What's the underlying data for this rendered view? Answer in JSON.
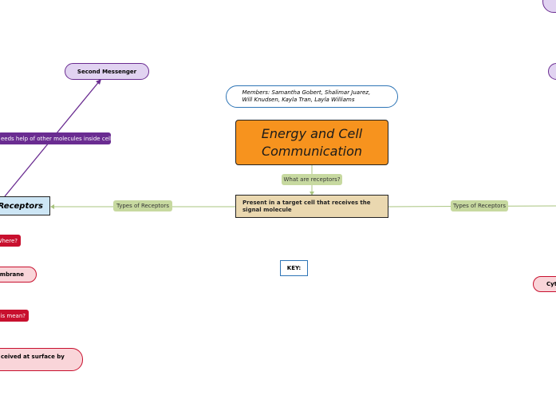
{
  "members": "Members: Samantha Gobert, Shalimar Juarez, Will Knudsen, Kayla Tran, Layla Williams",
  "central": {
    "title": "Energy and Cell Communication"
  },
  "what_are_receptors_label": "What are receptors?",
  "receptor_definition": "Present in a target cell that receives the signal molecule",
  "types_of_receptors_left": "Types of Receptors",
  "types_of_receptors_right": "Types of Receptors",
  "key_label": "KEY:",
  "left_branch": {
    "receptors_node": "Receptors",
    "second_messenger": "Second Messenger",
    "needs_help_label": "eeds help of other molecules inside cells",
    "where_label": "Where?",
    "membrane_node": "mbrane",
    "what_mean_label": "is mean?",
    "received_node": "ceived at surface by"
  },
  "right_branch": {
    "cyto_node": "Cyt"
  },
  "colors": {
    "central_fill": "#f7931e",
    "definition_fill": "#ead8b0",
    "connector_label": "#c7d9a0",
    "purple": "#6a2c91",
    "purple_light": "#e1d3f1",
    "red": "#c8102e",
    "red_light": "#f9d5d9",
    "blue": "#2e75b6",
    "receptors_fill": "#cde6f5"
  }
}
